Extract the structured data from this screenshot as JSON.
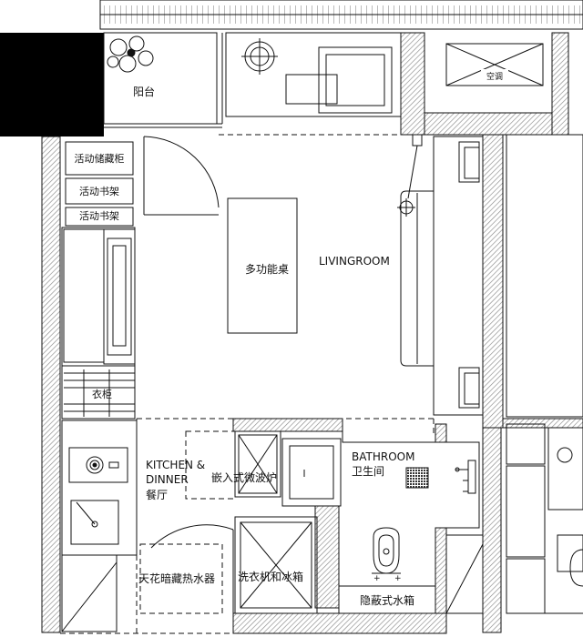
{
  "rooms": {
    "balcony": "阳台",
    "ac": "空调",
    "living_room": "LIVINGROOM",
    "multi_table": "多功能桌",
    "storage_cabinet": "活动储藏柜",
    "bookshelf_1": "活动书架",
    "bookshelf_2": "活动书架",
    "wardrobe": "衣柜",
    "kitchen_en_1": "KITCHEN &",
    "kitchen_en_2": "DINNER",
    "dining_cn": "餐厅",
    "microwave": "嵌入式微波炉",
    "water_heater": "天花暗藏热水器",
    "washer_fridge": "洗衣机和冰箱",
    "bathroom_en": "BATHROOM",
    "bathroom_cn": "卫生间",
    "hidden_tank": "隐蔽式水箱"
  },
  "colors": {
    "line": "#111111",
    "wall_hatch": "#9a9a9a",
    "redaction": "#000000"
  }
}
